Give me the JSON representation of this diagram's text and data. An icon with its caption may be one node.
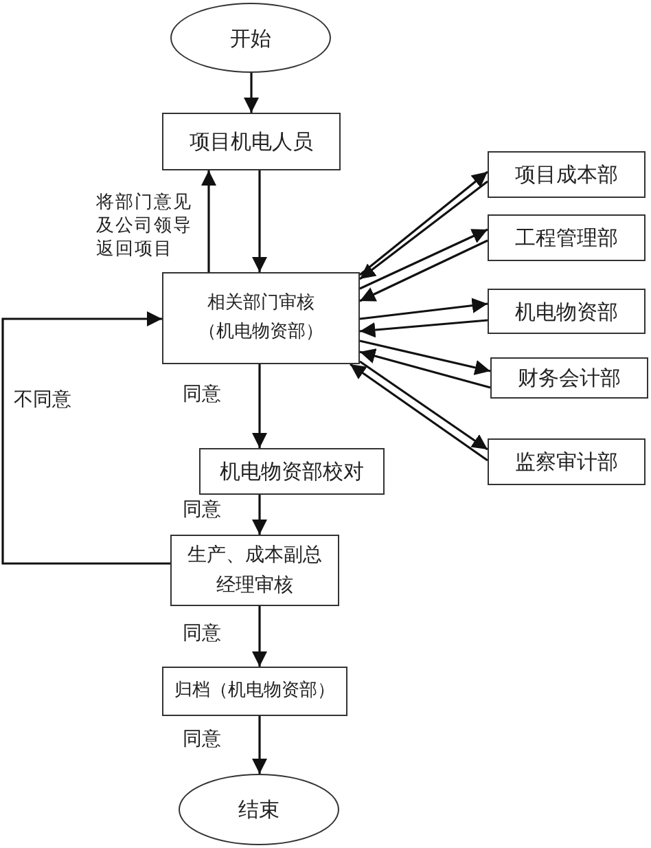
{
  "diagram": {
    "nodes": [
      {
        "text": [
          "开始"
        ]
      },
      {
        "text": [
          "项目机电人员"
        ]
      },
      {
        "text": [
          "相关部门审核",
          "（机电物资部）"
        ]
      },
      {
        "text": [
          "项目成本部"
        ]
      },
      {
        "text": [
          "工程管理部"
        ]
      },
      {
        "text": [
          "机电物资部"
        ]
      },
      {
        "text": [
          "财务会计部"
        ]
      },
      {
        "text": [
          "监察审计部"
        ]
      },
      {
        "text": [
          "机电物资部校对"
        ]
      },
      {
        "text": [
          "生产、成本副总经理审核"
        ]
      },
      {
        "text": [
          "归档（机电物资部）"
        ]
      },
      {
        "text": [
          "结束"
        ]
      }
    ],
    "edges": [
      {
        "from": 0,
        "to": 1,
        "arrow": "to"
      },
      {
        "from": 1,
        "to": 2,
        "arrow": "to"
      },
      {
        "from": 2,
        "to": 1,
        "arrow": "to",
        "label": "将部门意见及公司领导返回项目"
      },
      {
        "from": 2,
        "to": 3,
        "arrow": "to"
      },
      {
        "from": 3,
        "to": 2,
        "arrow": "to"
      },
      {
        "from": 2,
        "to": 4,
        "arrow": "to"
      },
      {
        "from": 4,
        "to": 2,
        "arrow": "to"
      },
      {
        "from": 2,
        "to": 5,
        "arrow": "to"
      },
      {
        "from": 5,
        "to": 2,
        "arrow": "to"
      },
      {
        "from": 2,
        "to": 6,
        "arrow": "to"
      },
      {
        "from": 6,
        "to": 2,
        "arrow": "to"
      },
      {
        "from": 2,
        "to": 7,
        "arrow": "to"
      },
      {
        "from": 7,
        "to": 2,
        "arrow": "to"
      },
      {
        "from": 2,
        "to": 8,
        "arrow": "to",
        "label": "同意"
      },
      {
        "from": 8,
        "to": 9,
        "arrow": "to",
        "label": "同意"
      },
      {
        "from": 9,
        "to": 2,
        "arrow": "to",
        "label": "不同意"
      },
      {
        "from": 9,
        "to": 10,
        "arrow": "to",
        "label": "同意"
      },
      {
        "from": 10,
        "to": 11,
        "arrow": "to",
        "label": "同意"
      }
    ]
  }
}
